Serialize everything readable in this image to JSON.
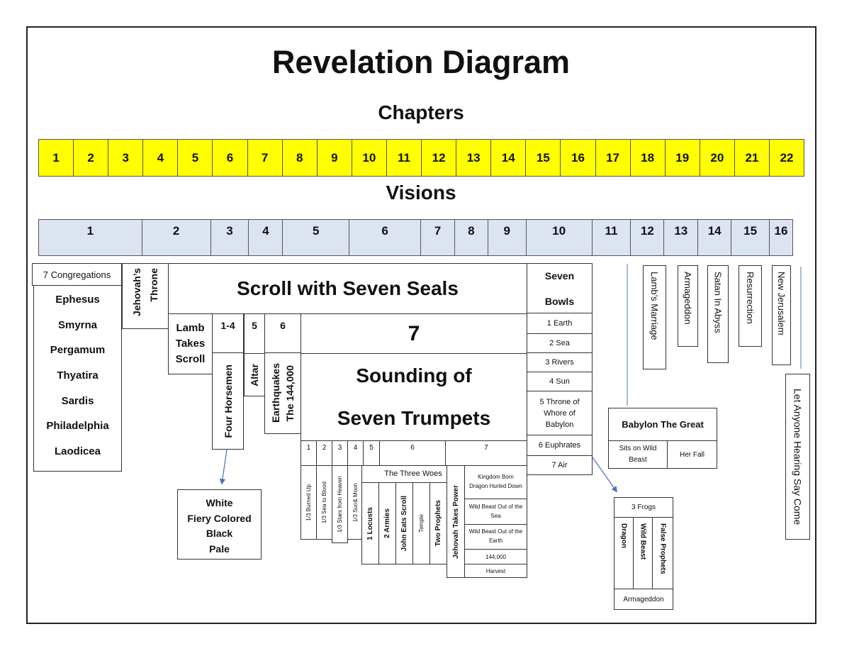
{
  "title": "Revelation Diagram",
  "chapters": {
    "heading": "Chapters",
    "numbers": [
      "1",
      "2",
      "3",
      "4",
      "5",
      "6",
      "7",
      "8",
      "9",
      "10",
      "11",
      "12",
      "13",
      "14",
      "15",
      "16",
      "17",
      "18",
      "19",
      "20",
      "21",
      "22"
    ]
  },
  "visions": {
    "heading": "Visions",
    "numbers": [
      "1",
      "2",
      "3",
      "4",
      "5",
      "6",
      "7",
      "8",
      "9",
      "10",
      "11",
      "12",
      "13",
      "14",
      "15",
      "16"
    ]
  },
  "congregations": {
    "header": "7 Congregations",
    "items": [
      "Ephesus",
      "Smyrna",
      "Pergamum",
      "Thyatira",
      "Sardis",
      "Philadelphia",
      "Laodicea"
    ]
  },
  "throne": {
    "line1": "Jehovah’s",
    "line2": "Throne"
  },
  "scroll": {
    "title": "Scroll with Seven Seals",
    "lamb": "Lamb Takes Scroll",
    "seal_1_4": "1-4",
    "seal_5": "5",
    "seal_6": "6",
    "seal_7": "7",
    "four_horsemen": "Four Horsemen",
    "altar": "Altar",
    "earthquakes": "Earthquakes",
    "the_144000": "The 144,000"
  },
  "horsemen": [
    "White",
    "Fiery Colored",
    "Black",
    "Pale"
  ],
  "trumpets": {
    "title_line1": "Sounding of",
    "title_line2": "Seven Trumpets",
    "numbers": [
      "1",
      "2",
      "3",
      "4",
      "5",
      "6",
      "7"
    ],
    "effects": [
      "1/3 Burned Up",
      "1/3 Sea to Blood",
      "1/3 Stars from Heaven",
      "1/3 Sun& Moon"
    ],
    "three_woes": "The Three Woes",
    "woes": [
      "1 Locusts",
      "2 Armies",
      "John Eats Scroll",
      "Temple",
      "Two Prophets",
      "Jehovah Takes Power"
    ],
    "seventh": [
      "Kingdom Born Dragon Hurled Down",
      "Wild Beast Out of the Sea",
      "Wild Beast Out of the Earth",
      "144,000",
      "Harvest"
    ]
  },
  "bowls": {
    "title_line1": "Seven",
    "title_line2": "Bowls",
    "items": [
      "1 Earth",
      "2 Sea",
      "3 Rivers",
      "4 Sun",
      "5 Throne of Whore of Babylon",
      "6 Euphrates",
      "7 Air"
    ]
  },
  "frogs": {
    "header": "3 Frogs",
    "items": [
      "Dragon",
      "Wild Beast",
      "False Prophets"
    ],
    "footer": "Armageddon"
  },
  "babylon": {
    "title": "Babylon The Great",
    "left": "Sits on Wild Beast",
    "right": "Her Fall"
  },
  "final_visions": [
    "Lamb’s Marriage",
    "Armageddon",
    "Satan In Abyss",
    "Resurrection",
    "New Jerusalem"
  ],
  "closing": "Let Anyone Hearing Say Come",
  "colors": {
    "chapters_bg": "#ffff00",
    "visions_bg": "#dce3f1",
    "arrow": "#4a72b0"
  }
}
